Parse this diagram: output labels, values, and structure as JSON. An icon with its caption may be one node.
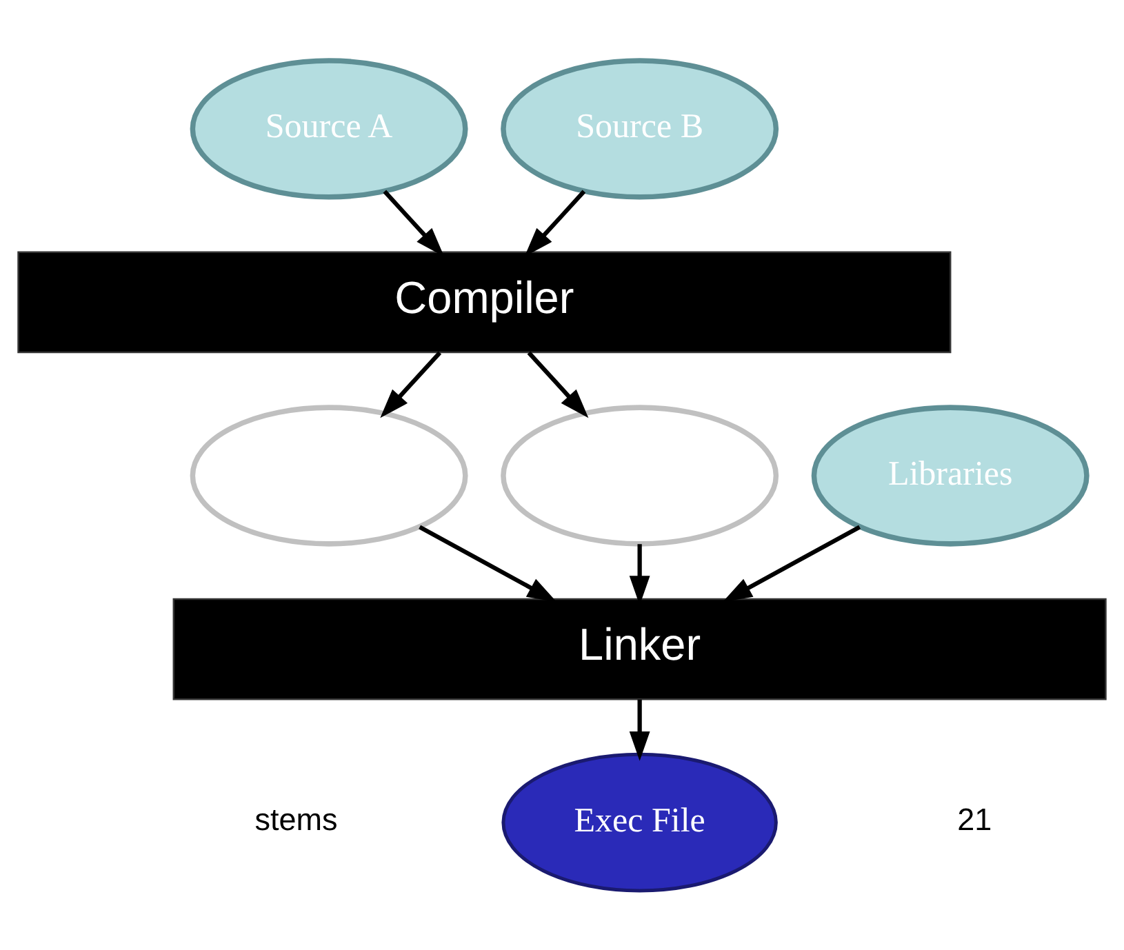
{
  "diagram": {
    "nodes": [
      {
        "text": [
          "Source A"
        ]
      },
      {
        "text": [
          "Source B"
        ]
      },
      {
        "text": [
          "Compiler"
        ]
      },
      {
        "text": [],
        "shape": "ellipse"
      },
      {
        "text": [],
        "shape": "ellipse"
      },
      {
        "text": [
          "Libraries"
        ]
      },
      {
        "text": [
          "Linker"
        ]
      },
      {
        "text": [
          "Exec File"
        ]
      }
    ],
    "edges": [
      {
        "from": 0,
        "to": 2,
        "arrow": "to"
      },
      {
        "from": 1,
        "to": 2,
        "arrow": "to"
      },
      {
        "from": 2,
        "to": 3,
        "arrow": "to"
      },
      {
        "from": 2,
        "to": 4,
        "arrow": "to"
      },
      {
        "from": 3,
        "to": 6,
        "arrow": "to"
      },
      {
        "from": 4,
        "to": 6,
        "arrow": "to"
      },
      {
        "from": 5,
        "to": 6,
        "arrow": "to"
      },
      {
        "from": 6,
        "to": 7,
        "arrow": "to"
      }
    ],
    "labels": [
      "stems",
      "21"
    ]
  }
}
